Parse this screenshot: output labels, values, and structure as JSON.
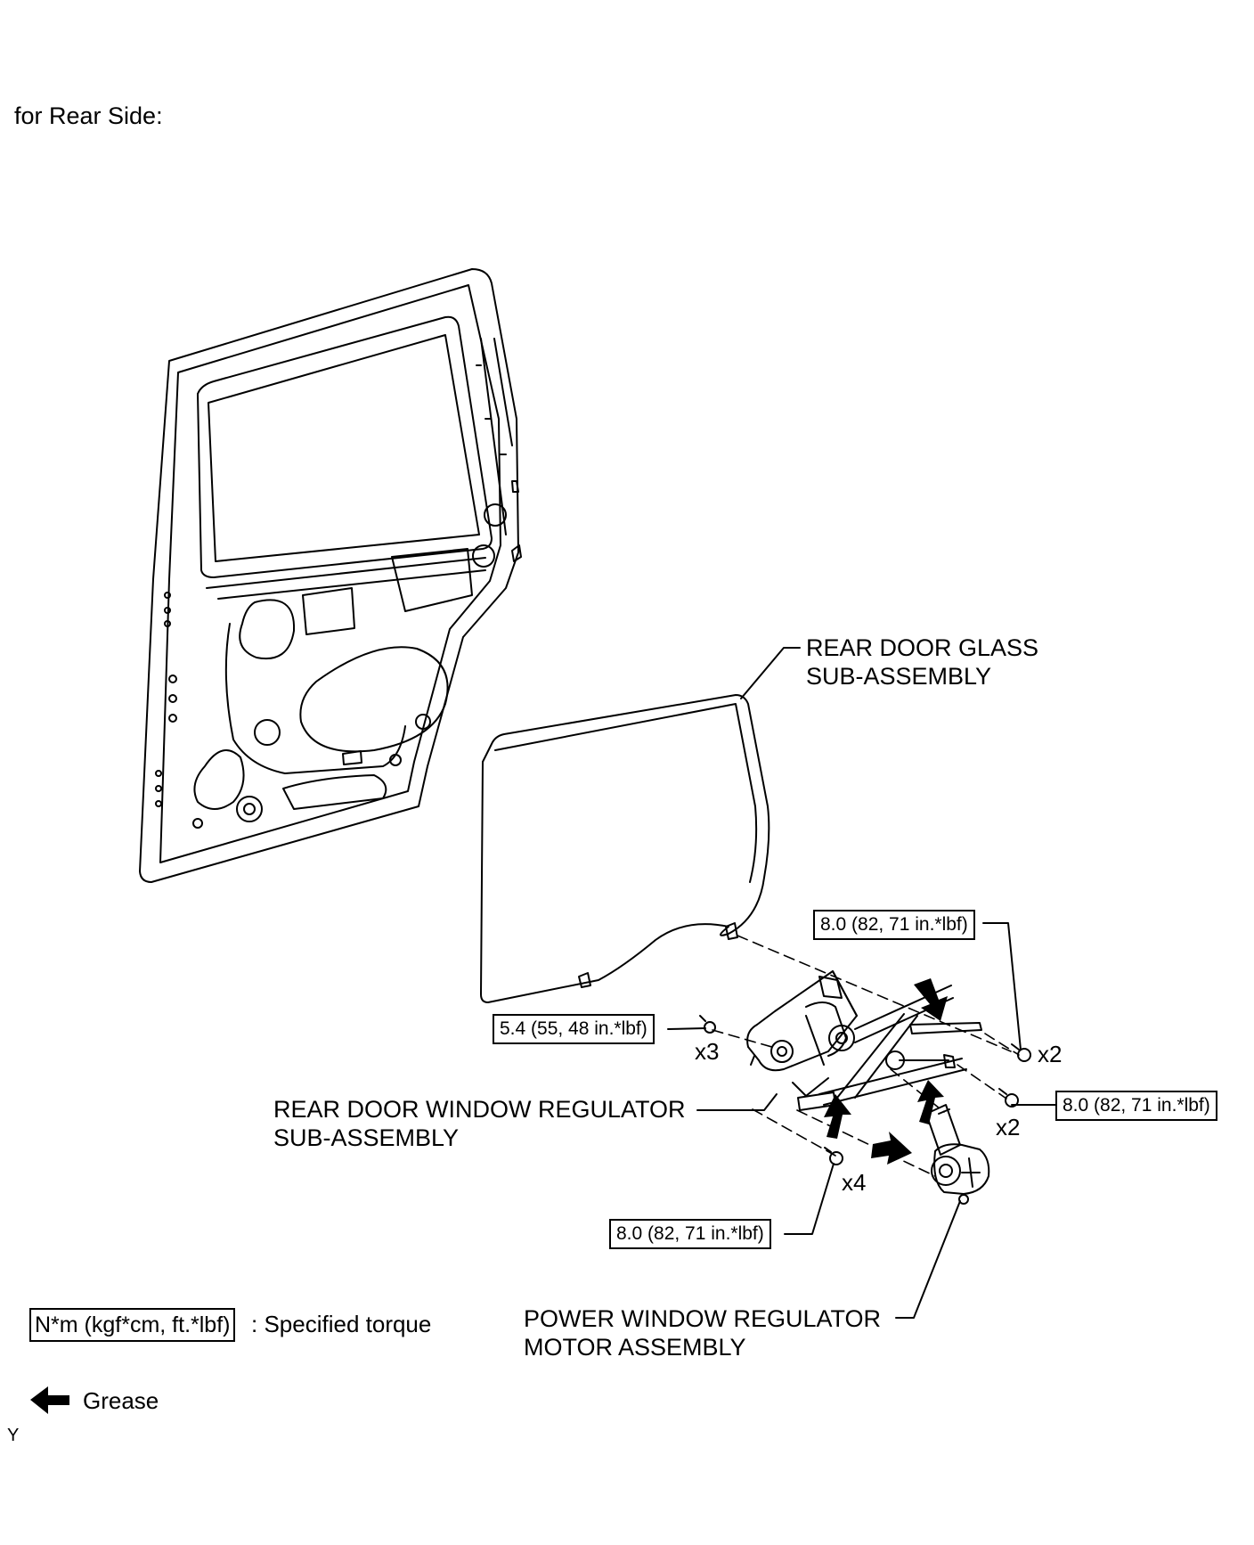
{
  "header": {
    "title": "for Rear Side:"
  },
  "parts": {
    "glass": {
      "line1": "REAR DOOR GLASS",
      "line2": "SUB-ASSEMBLY"
    },
    "regulator": {
      "line1": "REAR DOOR WINDOW REGULATOR",
      "line2": "SUB-ASSEMBLY"
    },
    "motor": {
      "line1": "POWER WINDOW REGULATOR",
      "line2": "MOTOR ASSEMBLY"
    }
  },
  "torques": {
    "upper_right": "8.0 (82, 71 in.*lbf)",
    "left": "5.4 (55, 48 in.*lbf)",
    "right": "8.0 (82, 71 in.*lbf)",
    "bottom": "8.0 (82, 71 in.*lbf)"
  },
  "quantities": {
    "left": "x3",
    "upper_right": "x2",
    "right": "x2",
    "bottom": "x4"
  },
  "legend": {
    "torque_unit": "N*m (kgf*cm, ft.*lbf)",
    "torque_desc": ": Specified torque",
    "grease_label": "Grease"
  },
  "footer": {
    "code": "Y"
  }
}
